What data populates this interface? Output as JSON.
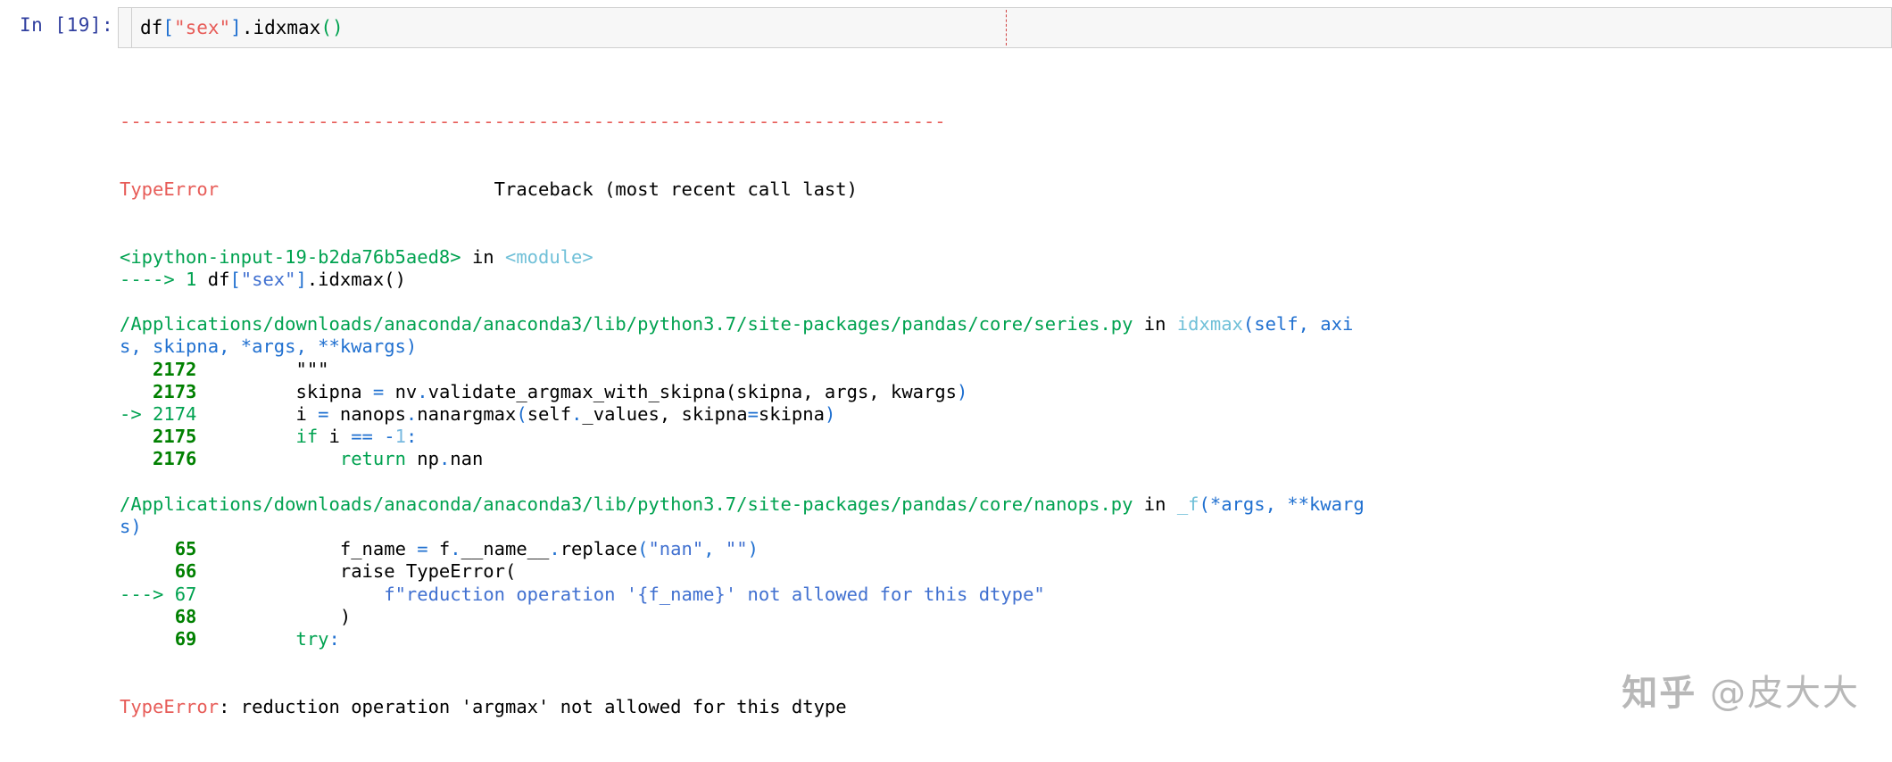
{
  "cell": {
    "prompt": "In [19]:",
    "code_tokens": [
      {
        "t": "df",
        "c": "c-black"
      },
      {
        "t": "[",
        "c": "c-blue"
      },
      {
        "t": "\"sex\"",
        "c": "c-red"
      },
      {
        "t": "]",
        "c": "c-blue"
      },
      {
        "t": ".idxmax",
        "c": "c-black"
      },
      {
        "t": "()",
        "c": "c-green"
      }
    ],
    "code_plain": "df[\"sex\"].idxmax()"
  },
  "traceback": {
    "separator": "---------------------------------------------------------------------------",
    "header": {
      "exception": "TypeError",
      "right_text": "Traceback (most recent call last)"
    },
    "lines": [
      {
        "id": "frame1-location",
        "tokens": [
          {
            "t": "<ipython-input-19-b2da76b5aed8>",
            "c": "c-green"
          },
          {
            "t": " in ",
            "c": "c-black"
          },
          {
            "t": "<module>",
            "c": "c-cyan"
          }
        ]
      },
      {
        "id": "frame1-code-1",
        "tokens": [
          {
            "t": "----> 1 ",
            "c": "c-arrow"
          },
          {
            "t": "df",
            "c": "c-black"
          },
          {
            "t": "[",
            "c": "c-blue"
          },
          {
            "t": "\"sex\"",
            "c": "c-str"
          },
          {
            "t": "]",
            "c": "c-blue"
          },
          {
            "t": ".idxmax()",
            "c": "c-black"
          }
        ]
      },
      {
        "id": "blank-1",
        "tokens": [
          {
            "t": " ",
            "c": "c-black"
          }
        ]
      },
      {
        "id": "frame2-location-a",
        "tokens": [
          {
            "t": "/Applications/downloads/anaconda/anaconda3/lib/python3.7/site-packages/pandas/core/series.py",
            "c": "c-path"
          },
          {
            "t": " in ",
            "c": "c-black"
          },
          {
            "t": "idxmax",
            "c": "c-cyan"
          },
          {
            "t": "(self, axi",
            "c": "c-blue"
          }
        ]
      },
      {
        "id": "frame2-location-b",
        "tokens": [
          {
            "t": "s, skipna, *args, **kwargs)",
            "c": "c-blue"
          }
        ]
      },
      {
        "id": "frame2-code-2172",
        "tokens": [
          {
            "t": "   2172 ",
            "c": "c-dgreen"
          },
          {
            "t": "        \"\"\"",
            "c": "c-black"
          }
        ]
      },
      {
        "id": "frame2-code-2173",
        "tokens": [
          {
            "t": "   2173 ",
            "c": "c-dgreen"
          },
          {
            "t": "        skipna ",
            "c": "c-black"
          },
          {
            "t": "=",
            "c": "c-blue"
          },
          {
            "t": " nv",
            "c": "c-black"
          },
          {
            "t": ".",
            "c": "c-blue"
          },
          {
            "t": "validate_argmax_with_skipna(skipna, args, kwargs",
            "c": "c-black"
          },
          {
            "t": ")",
            "c": "c-blue"
          }
        ]
      },
      {
        "id": "frame2-code-2174",
        "tokens": [
          {
            "t": "-> ",
            "c": "c-green"
          },
          {
            "t": "2174 ",
            "c": "c-green"
          },
          {
            "t": "        i ",
            "c": "c-black"
          },
          {
            "t": "=",
            "c": "c-blue"
          },
          {
            "t": " nanops",
            "c": "c-black"
          },
          {
            "t": ".",
            "c": "c-blue"
          },
          {
            "t": "nanargmax",
            "c": "c-black"
          },
          {
            "t": "(",
            "c": "c-blue"
          },
          {
            "t": "self",
            "c": "c-black"
          },
          {
            "t": ".",
            "c": "c-blue"
          },
          {
            "t": "_values, skipna",
            "c": "c-black"
          },
          {
            "t": "=",
            "c": "c-blue"
          },
          {
            "t": "skipna",
            "c": "c-black"
          },
          {
            "t": ")",
            "c": "c-blue"
          }
        ]
      },
      {
        "id": "frame2-code-2175",
        "tokens": [
          {
            "t": "   2175 ",
            "c": "c-dgreen"
          },
          {
            "t": "        ",
            "c": "c-black"
          },
          {
            "t": "if",
            "c": "c-green"
          },
          {
            "t": " i ",
            "c": "c-black"
          },
          {
            "t": "==",
            "c": "c-blue"
          },
          {
            "t": " ",
            "c": "c-black"
          },
          {
            "t": "-",
            "c": "c-blue"
          },
          {
            "t": "1",
            "c": "c-num"
          },
          {
            "t": ":",
            "c": "c-blue"
          }
        ]
      },
      {
        "id": "frame2-code-2176",
        "tokens": [
          {
            "t": "   2176 ",
            "c": "c-dgreen"
          },
          {
            "t": "            ",
            "c": "c-black"
          },
          {
            "t": "return",
            "c": "c-green"
          },
          {
            "t": " np",
            "c": "c-black"
          },
          {
            "t": ".",
            "c": "c-blue"
          },
          {
            "t": "nan",
            "c": "c-black"
          }
        ]
      },
      {
        "id": "blank-2",
        "tokens": [
          {
            "t": " ",
            "c": "c-black"
          }
        ]
      },
      {
        "id": "frame3-location-a",
        "tokens": [
          {
            "t": "/Applications/downloads/anaconda/anaconda3/lib/python3.7/site-packages/pandas/core/nanops.py",
            "c": "c-path"
          },
          {
            "t": " in ",
            "c": "c-black"
          },
          {
            "t": "_f",
            "c": "c-cyan"
          },
          {
            "t": "(*args, **kwarg",
            "c": "c-blue"
          }
        ]
      },
      {
        "id": "frame3-location-b",
        "tokens": [
          {
            "t": "s",
            "c": "c-blue"
          },
          {
            "t": ")",
            "c": "c-blue"
          }
        ]
      },
      {
        "id": "frame3-code-65",
        "tokens": [
          {
            "t": "     65 ",
            "c": "c-dgreen"
          },
          {
            "t": "            f_name ",
            "c": "c-black"
          },
          {
            "t": "=",
            "c": "c-blue"
          },
          {
            "t": " f",
            "c": "c-black"
          },
          {
            "t": ".",
            "c": "c-blue"
          },
          {
            "t": "__name__",
            "c": "c-black"
          },
          {
            "t": ".",
            "c": "c-blue"
          },
          {
            "t": "replace",
            "c": "c-black"
          },
          {
            "t": "(",
            "c": "c-blue"
          },
          {
            "t": "\"nan\"",
            "c": "c-str"
          },
          {
            "t": ", ",
            "c": "c-blue"
          },
          {
            "t": "\"\"",
            "c": "c-str"
          },
          {
            "t": ")",
            "c": "c-blue"
          }
        ]
      },
      {
        "id": "frame3-code-66",
        "tokens": [
          {
            "t": "     66 ",
            "c": "c-dgreen"
          },
          {
            "t": "            raise TypeError(",
            "c": "c-black"
          }
        ]
      },
      {
        "id": "frame3-code-67",
        "tokens": [
          {
            "t": "---> ",
            "c": "c-green"
          },
          {
            "t": "67 ",
            "c": "c-green"
          },
          {
            "t": "                ",
            "c": "c-black"
          },
          {
            "t": "f\"reduction operation '{f_name}' not allowed for this dtype\"",
            "c": "c-str"
          }
        ]
      },
      {
        "id": "frame3-code-68",
        "tokens": [
          {
            "t": "     68 ",
            "c": "c-dgreen"
          },
          {
            "t": "            )",
            "c": "c-black"
          }
        ]
      },
      {
        "id": "frame3-code-69",
        "tokens": [
          {
            "t": "     69 ",
            "c": "c-dgreen"
          },
          {
            "t": "        ",
            "c": "c-black"
          },
          {
            "t": "try",
            "c": "c-green"
          },
          {
            "t": ":",
            "c": "c-blue"
          }
        ]
      },
      {
        "id": "blank-3",
        "tokens": [
          {
            "t": " ",
            "c": "c-black"
          }
        ]
      },
      {
        "id": "blank-4",
        "tokens": [
          {
            "t": " ",
            "c": "c-black"
          }
        ]
      },
      {
        "id": "final-error",
        "tokens": [
          {
            "t": "TypeError",
            "c": "c-red"
          },
          {
            "t": ": reduction operation 'argmax' not allowed for this dtype",
            "c": "c-black"
          }
        ]
      }
    ],
    "final_message": "TypeError: reduction operation 'argmax' not allowed for this dtype"
  },
  "watermark": {
    "logo": "知乎",
    "handle": "@皮大大"
  },
  "colors": {
    "error_red": "#e75c58",
    "path_green": "#00a250",
    "string_blue": "#4070d0",
    "linenum_green": "#008000",
    "cell_bg": "#f7f7f7",
    "prompt_blue": "#303f9f"
  }
}
